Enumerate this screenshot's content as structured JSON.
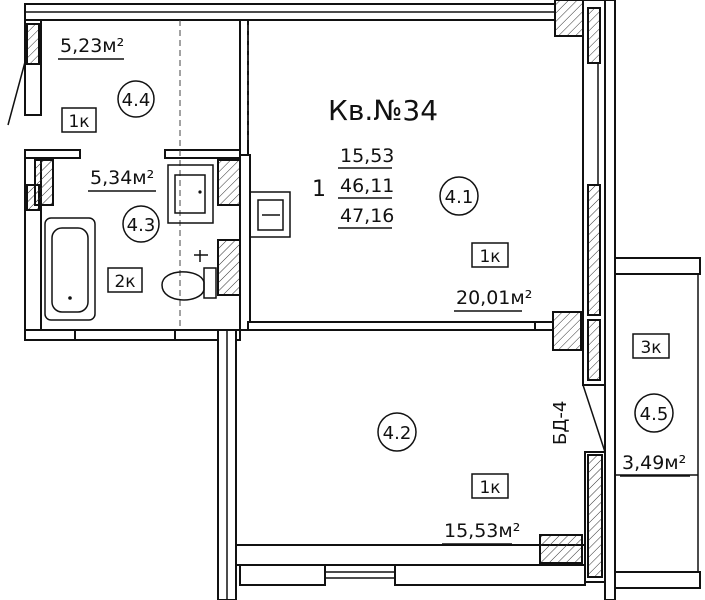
{
  "apartment": {
    "title": "Кв.№34",
    "rooms_count": "1",
    "living_area": "15,53",
    "total_area": "46,11",
    "total_area_with_balcony": "47,16"
  },
  "rooms": [
    {
      "id": "4.4",
      "area": "5,23м²",
      "tag": "1к"
    },
    {
      "id": "4.3",
      "area": "5,34м²",
      "tag": "2к"
    },
    {
      "id": "4.1",
      "area": "20,01м²",
      "tag": "1к"
    },
    {
      "id": "4.2",
      "area": "15,53м²",
      "tag": "1к"
    },
    {
      "id": "4.5",
      "area": "3,49м²",
      "tag": "3к"
    }
  ],
  "labels": {
    "bd": "БД-4"
  }
}
